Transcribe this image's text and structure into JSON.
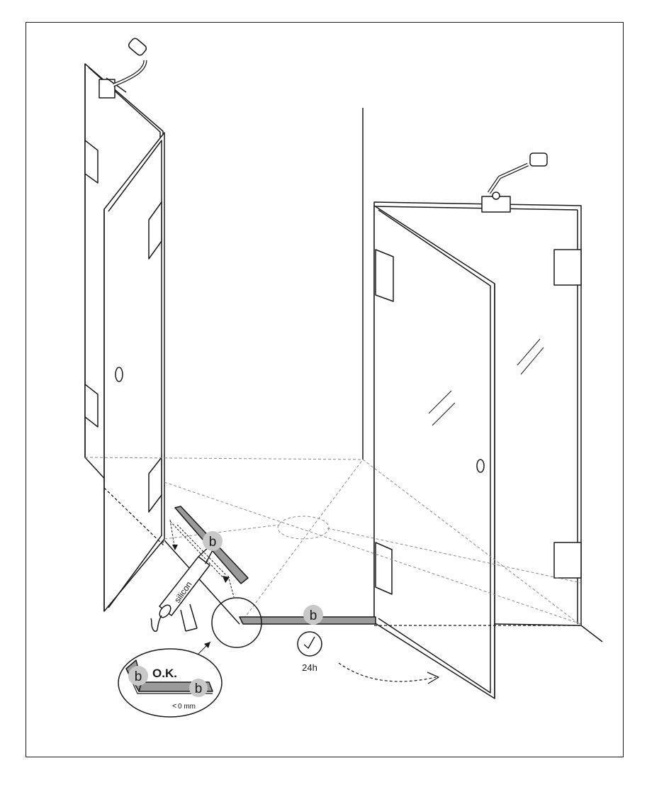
{
  "labels": {
    "part_letter": "b",
    "sealant_name": "silicon",
    "check_text": "O.K.",
    "gap_text": "0 mm",
    "gap_symbol": "<",
    "cure_time": "24h"
  },
  "icons": {
    "clock": "clock-icon",
    "silicone_gun": "silicone-gun-icon",
    "shower_head": "shower-head-icon",
    "magnifier": "detail-magnifier-icon",
    "rotation_arrow": "rotation-arrow-icon"
  },
  "colors": {
    "line": "#1a1a1a",
    "profile_fill": "#9a9a9a",
    "badge_fill": "#c8c8c8",
    "guide_dash": "#8a8a8a"
  }
}
